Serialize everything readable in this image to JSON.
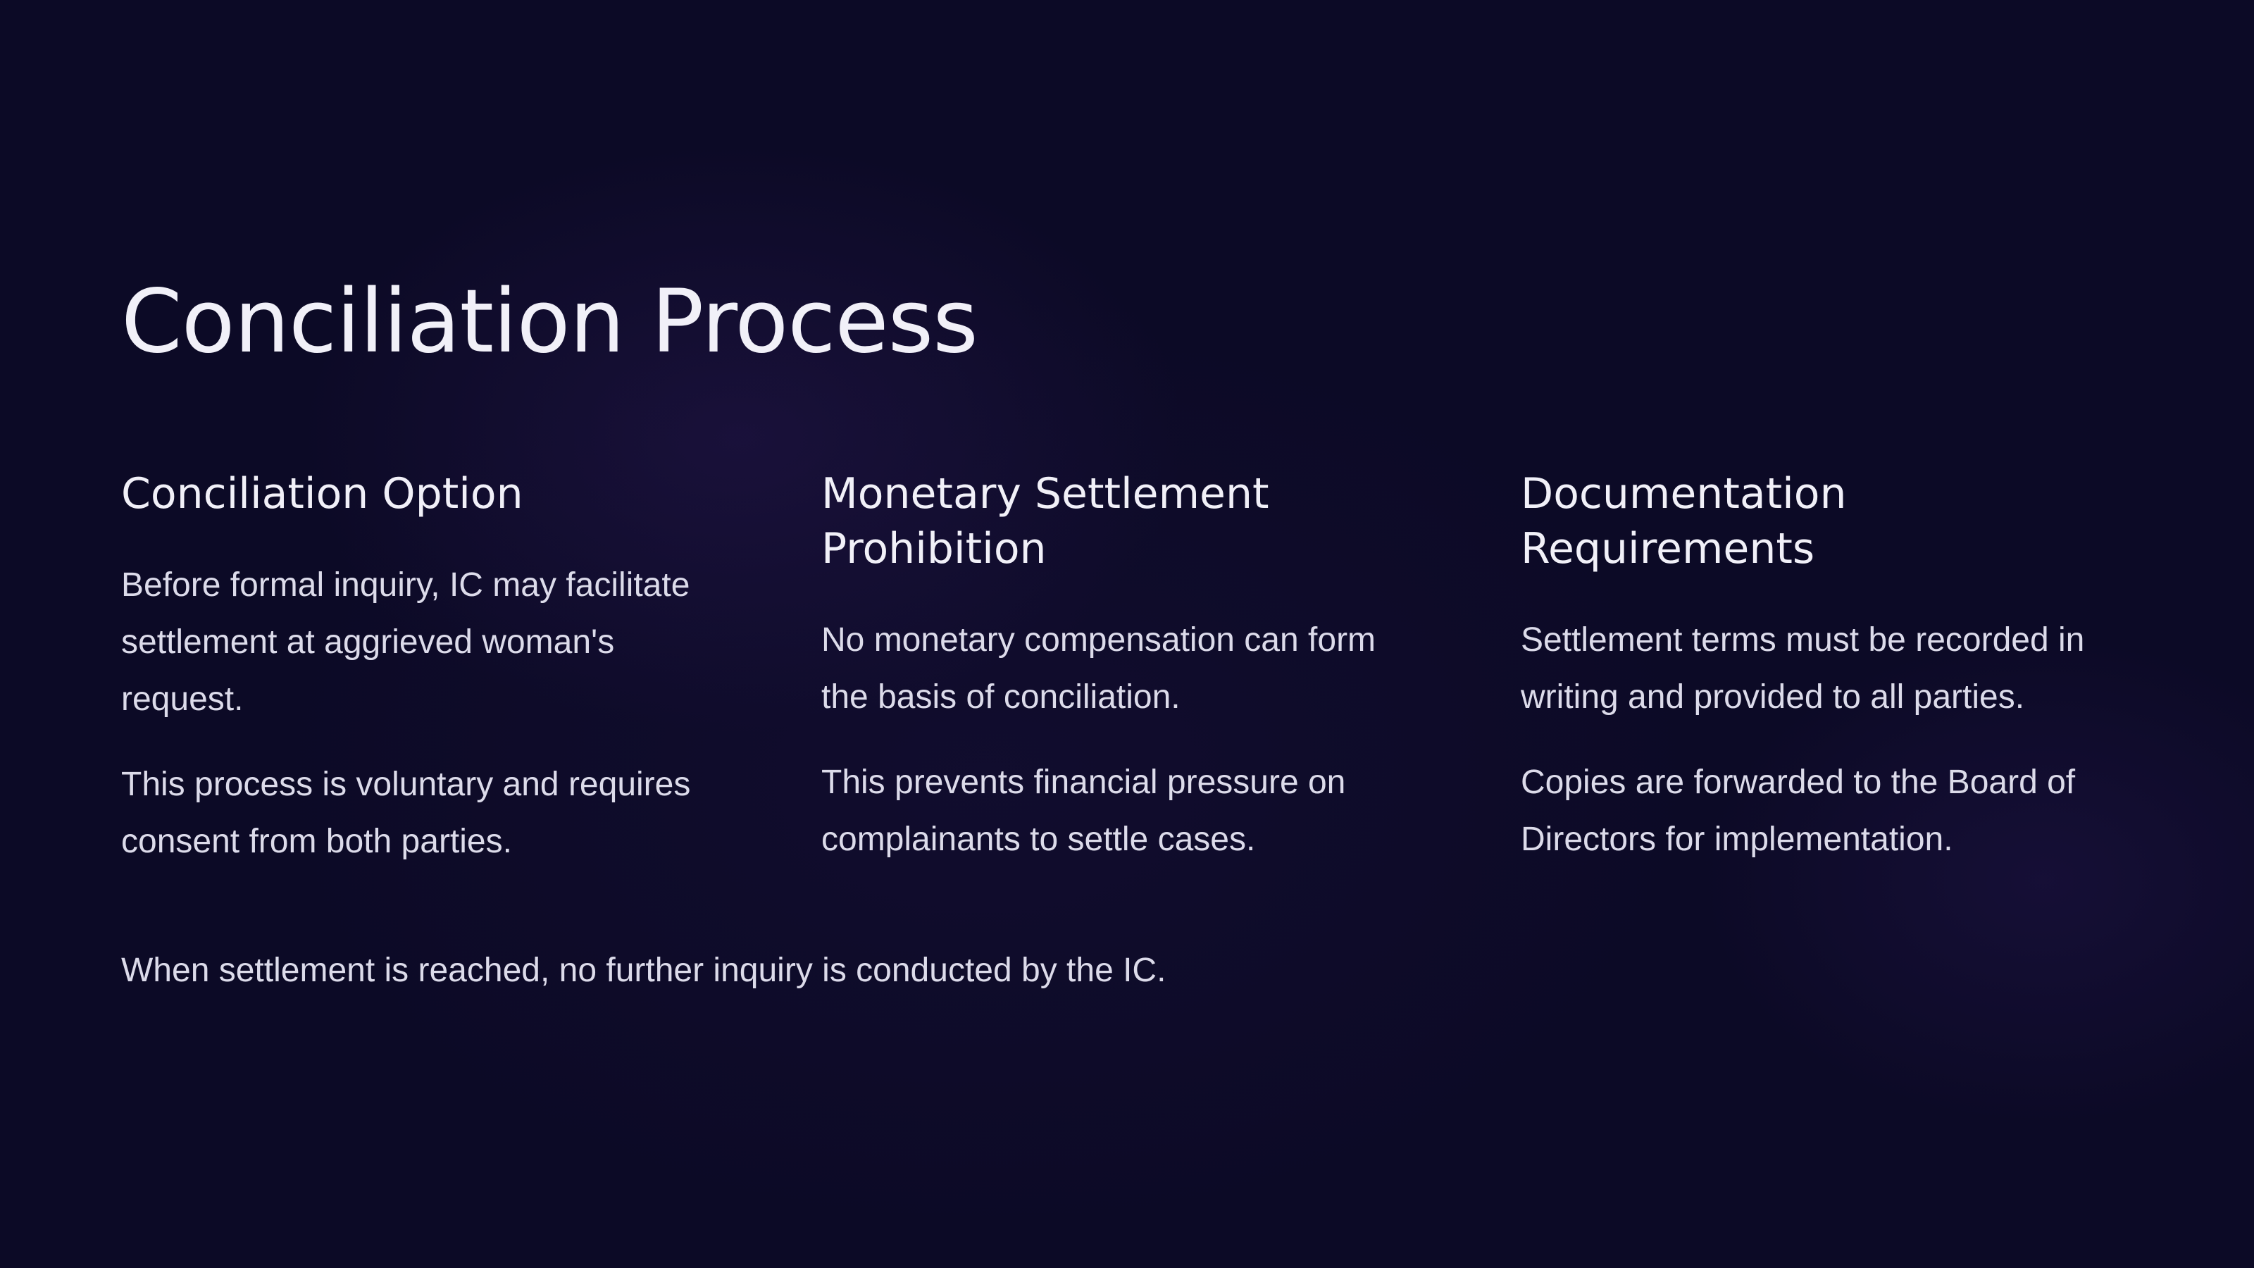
{
  "slide": {
    "title": "Conciliation Process",
    "columns": [
      {
        "heading": "Conciliation Option",
        "paragraphs": [
          "Before formal inquiry, IC may facilitate settlement at aggrieved woman's request.",
          "This process is voluntary and requires consent from both parties."
        ]
      },
      {
        "heading": "Monetary Settlement Prohibition",
        "paragraphs": [
          "No monetary compensation can form the basis of conciliation.",
          "This prevents financial pressure on complainants to settle cases."
        ]
      },
      {
        "heading": "Documentation Requirements",
        "paragraphs": [
          "Settlement terms must be recorded in writing and provided to all parties.",
          "Copies are forwarded to the Board of Directors for implementation."
        ]
      }
    ],
    "footer_note": "When settlement is reached, no further inquiry is conducted by the IC."
  },
  "colors": {
    "background": "#0c0a26",
    "heading_text": "#f1f0f8",
    "body_text": "#dcdbea"
  }
}
